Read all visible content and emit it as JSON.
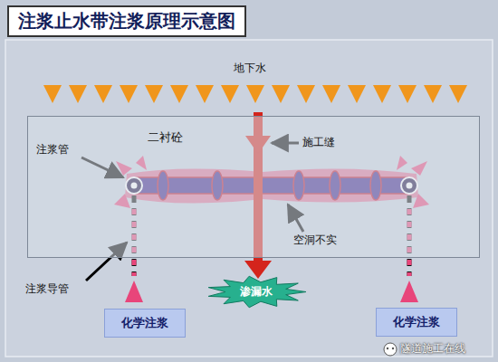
{
  "diagram": {
    "title": "注浆止水带注浆原理示意图",
    "nodes": [
      {
        "text": [
          "二衬砼"
        ]
      },
      {
        "text": [
          "渗漏水"
        ]
      },
      {
        "text": [
          "化学注浆"
        ]
      },
      {
        "text": [
          "化学注浆"
        ]
      }
    ],
    "labels": [
      "地下水",
      "施工缝",
      "注浆管",
      "空洞不实",
      "注浆导管",
      "隧道施工在线"
    ]
  }
}
